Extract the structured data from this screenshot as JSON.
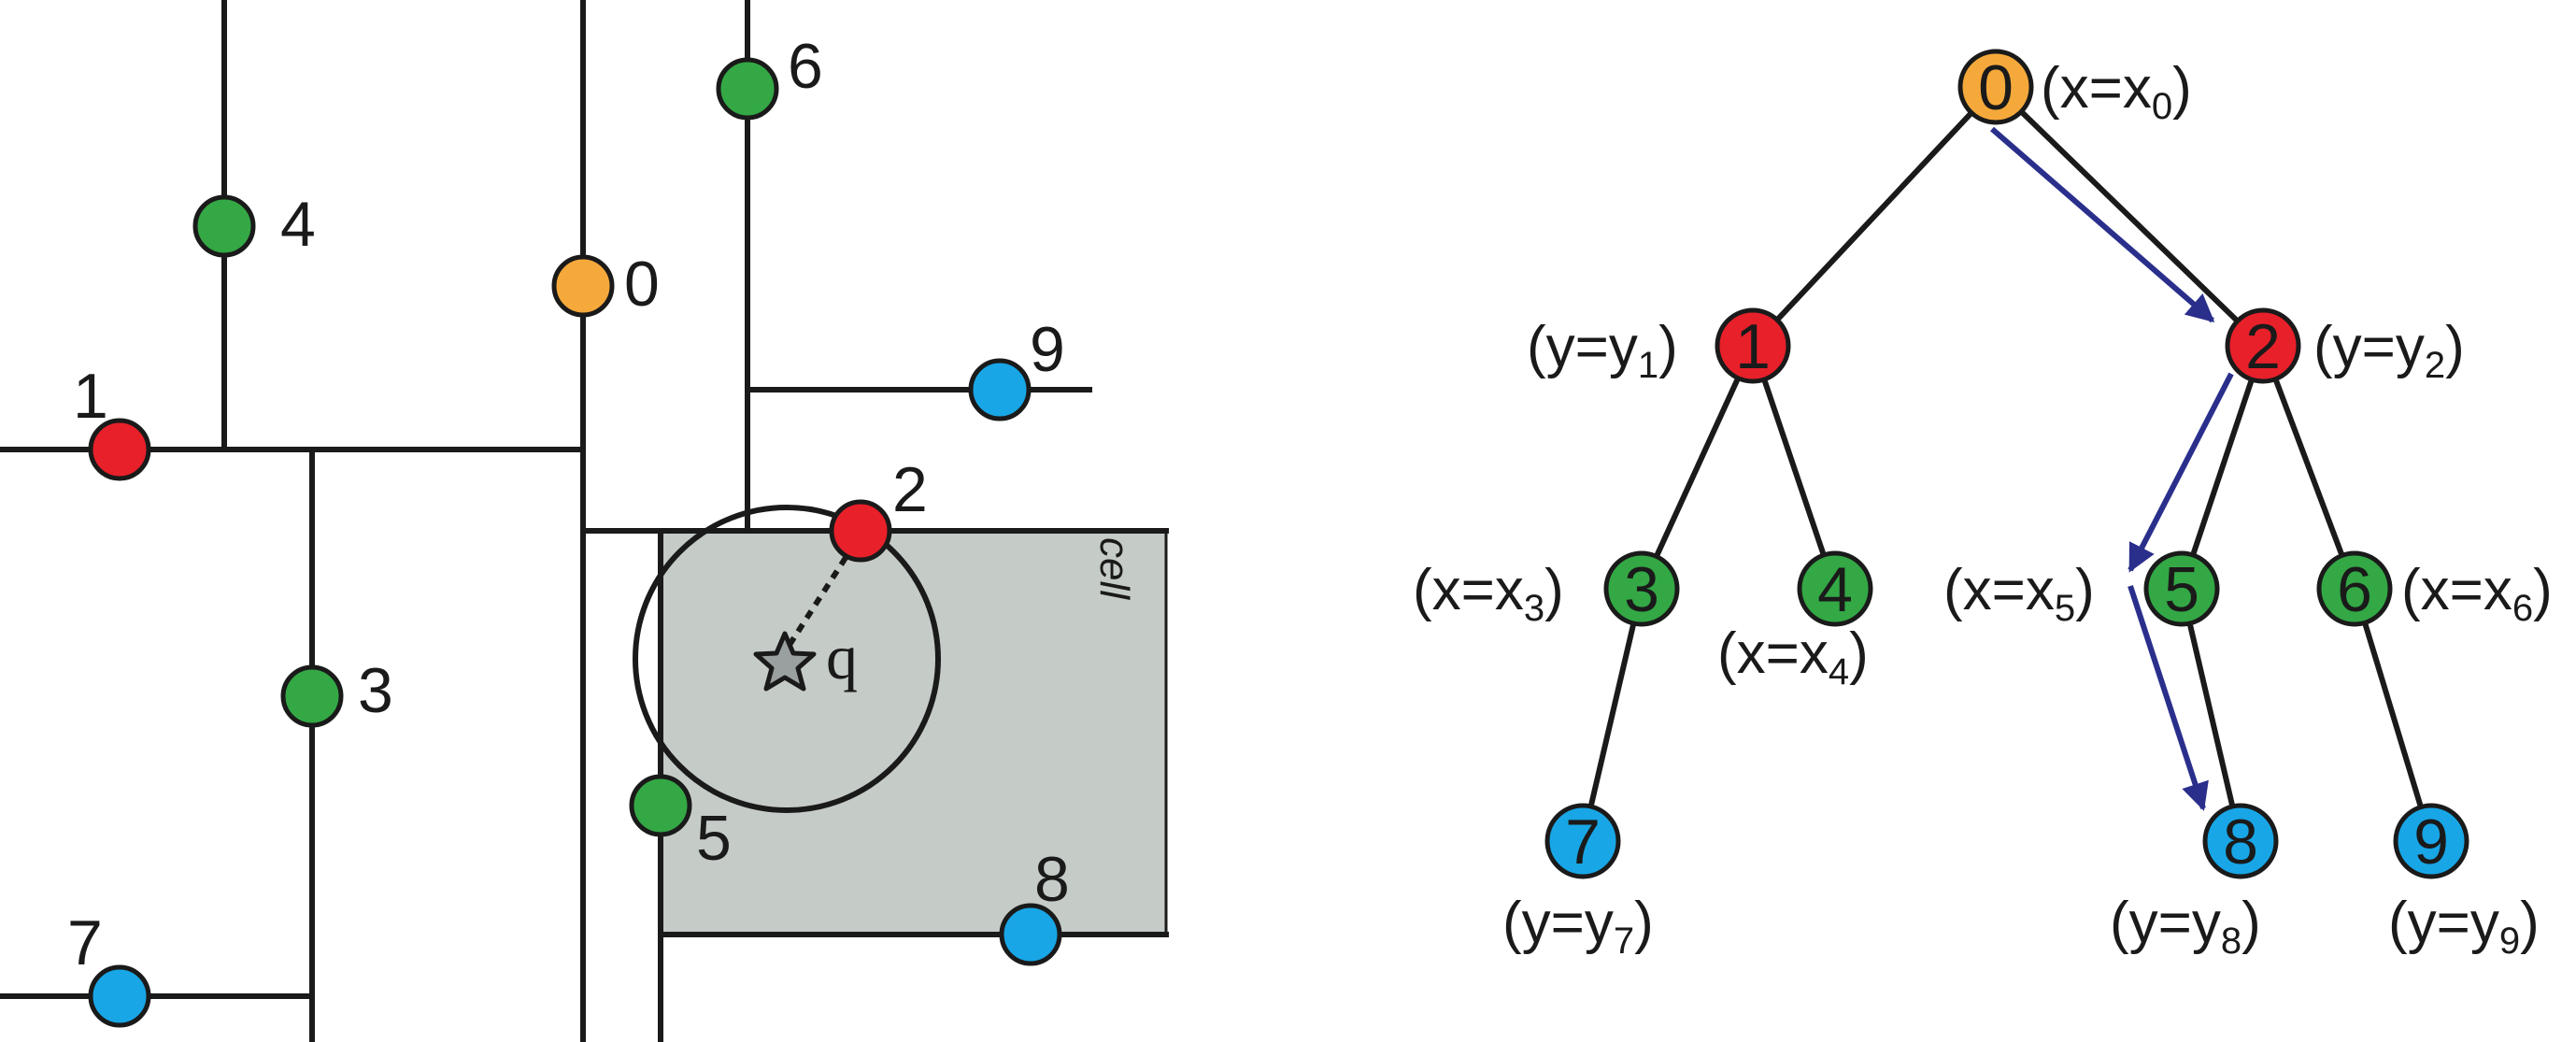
{
  "colors": {
    "root": "#f5a93b",
    "depth1": "#e8202a",
    "depth2": "#33a845",
    "leaf": "#18a6e6",
    "cell": "#c5cbc6",
    "path_arrow": "#2a2f8c"
  },
  "left_panel": {
    "point_labels": [
      "0",
      "1",
      "2",
      "3",
      "4",
      "5",
      "6",
      "7",
      "8",
      "9"
    ],
    "query_label": "q",
    "cell_label": "cell"
  },
  "right_panel": {
    "nodes": [
      {
        "id": "0",
        "split": "(x=x",
        "sub": "0",
        "close": ")"
      },
      {
        "id": "1",
        "split": "(y=y",
        "sub": "1",
        "close": ")"
      },
      {
        "id": "2",
        "split": "(y=y",
        "sub": "2",
        "close": ")"
      },
      {
        "id": "3",
        "split": "(x=x",
        "sub": "3",
        "close": ")"
      },
      {
        "id": "4",
        "split": "(x=x",
        "sub": "4",
        "close": ")"
      },
      {
        "id": "5",
        "split": "(x=x",
        "sub": "5",
        "close": ")"
      },
      {
        "id": "6",
        "split": "(x=x",
        "sub": "6",
        "close": ")"
      },
      {
        "id": "7",
        "split": "(y=y",
        "sub": "7",
        "close": ")"
      },
      {
        "id": "8",
        "split": "(y=y",
        "sub": "8",
        "close": ")"
      },
      {
        "id": "9",
        "split": "(y=y",
        "sub": "9",
        "close": ")"
      }
    ]
  }
}
